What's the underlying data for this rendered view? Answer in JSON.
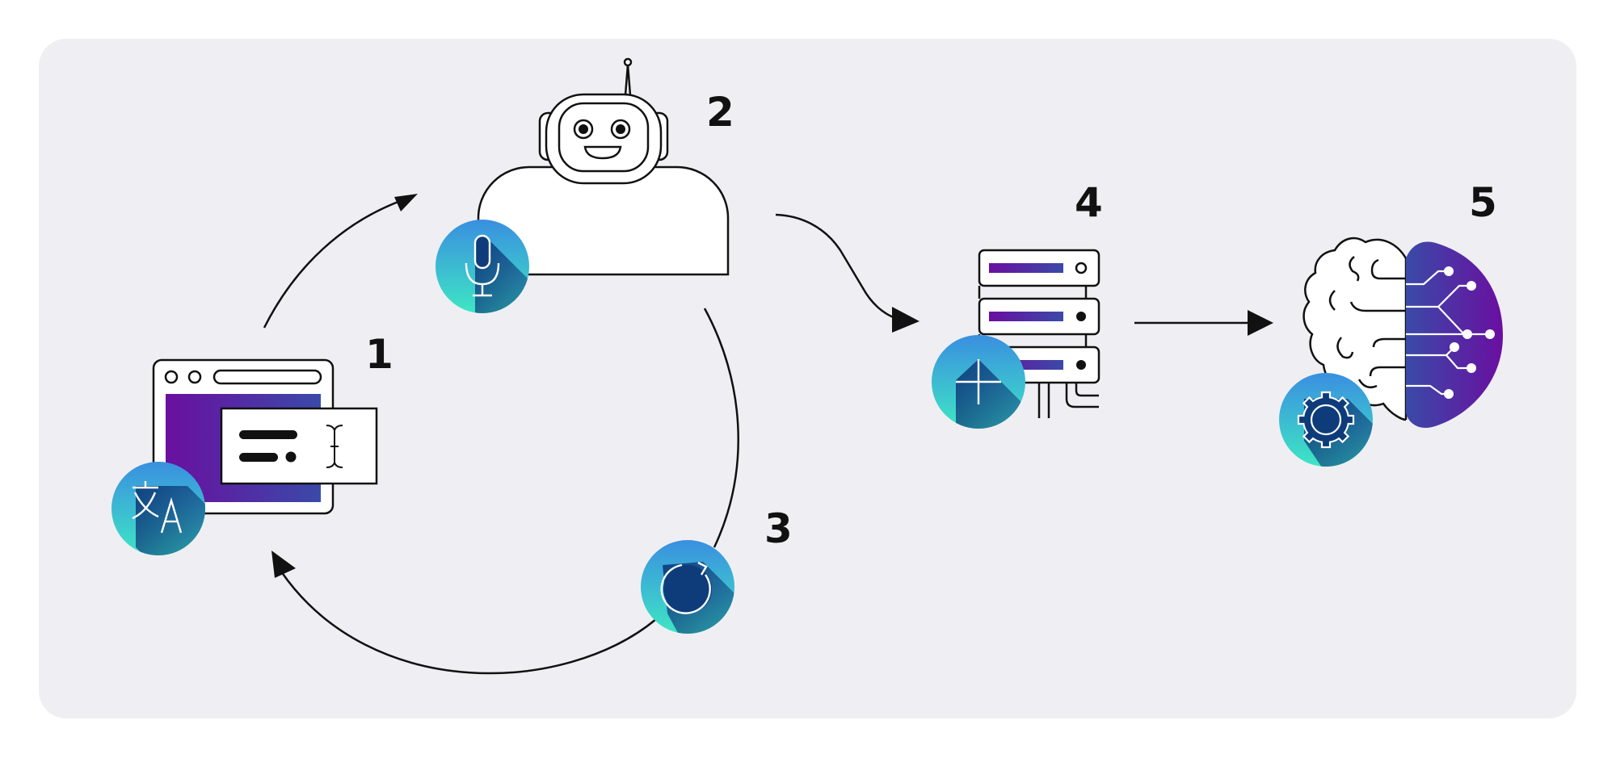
{
  "diagram": {
    "steps": [
      {
        "number": "1",
        "icon": "translate-icon"
      },
      {
        "number": "2",
        "icon": "microphone-icon"
      },
      {
        "number": "3",
        "icon": "refresh-icon"
      },
      {
        "number": "4",
        "icon": "plus-icon"
      },
      {
        "number": "5",
        "icon": "gear-icon"
      }
    ],
    "colors": {
      "panel_background": "#efeff3",
      "outline": "#111111",
      "purple": "#6a0fa0",
      "indigo": "#3a4aa8",
      "badge_top": "#3a8fe0",
      "badge_bottom": "#3ee6c4",
      "badge_shadow": "#0e3c7a"
    }
  }
}
